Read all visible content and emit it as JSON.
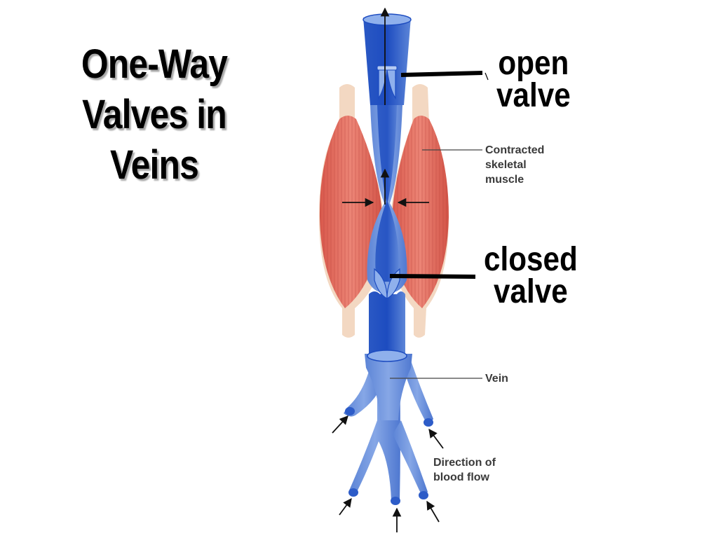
{
  "title": {
    "lines": [
      "One-Way",
      "Valves in",
      "Veins"
    ]
  },
  "labels": {
    "open_valve": [
      "open",
      "valve"
    ],
    "closed_valve": [
      "closed",
      "valve"
    ],
    "contracted_muscle": [
      "Contracted",
      "skeletal",
      "muscle"
    ],
    "vein": "Vein",
    "direction": [
      "Direction of",
      "blood flow"
    ]
  },
  "colors": {
    "vein_dark": "#1f4fbf",
    "vein_light": "#6f97e0",
    "muscle": "#e2695b",
    "tendon": "#f3d8c2",
    "leader_line": "#000000"
  }
}
